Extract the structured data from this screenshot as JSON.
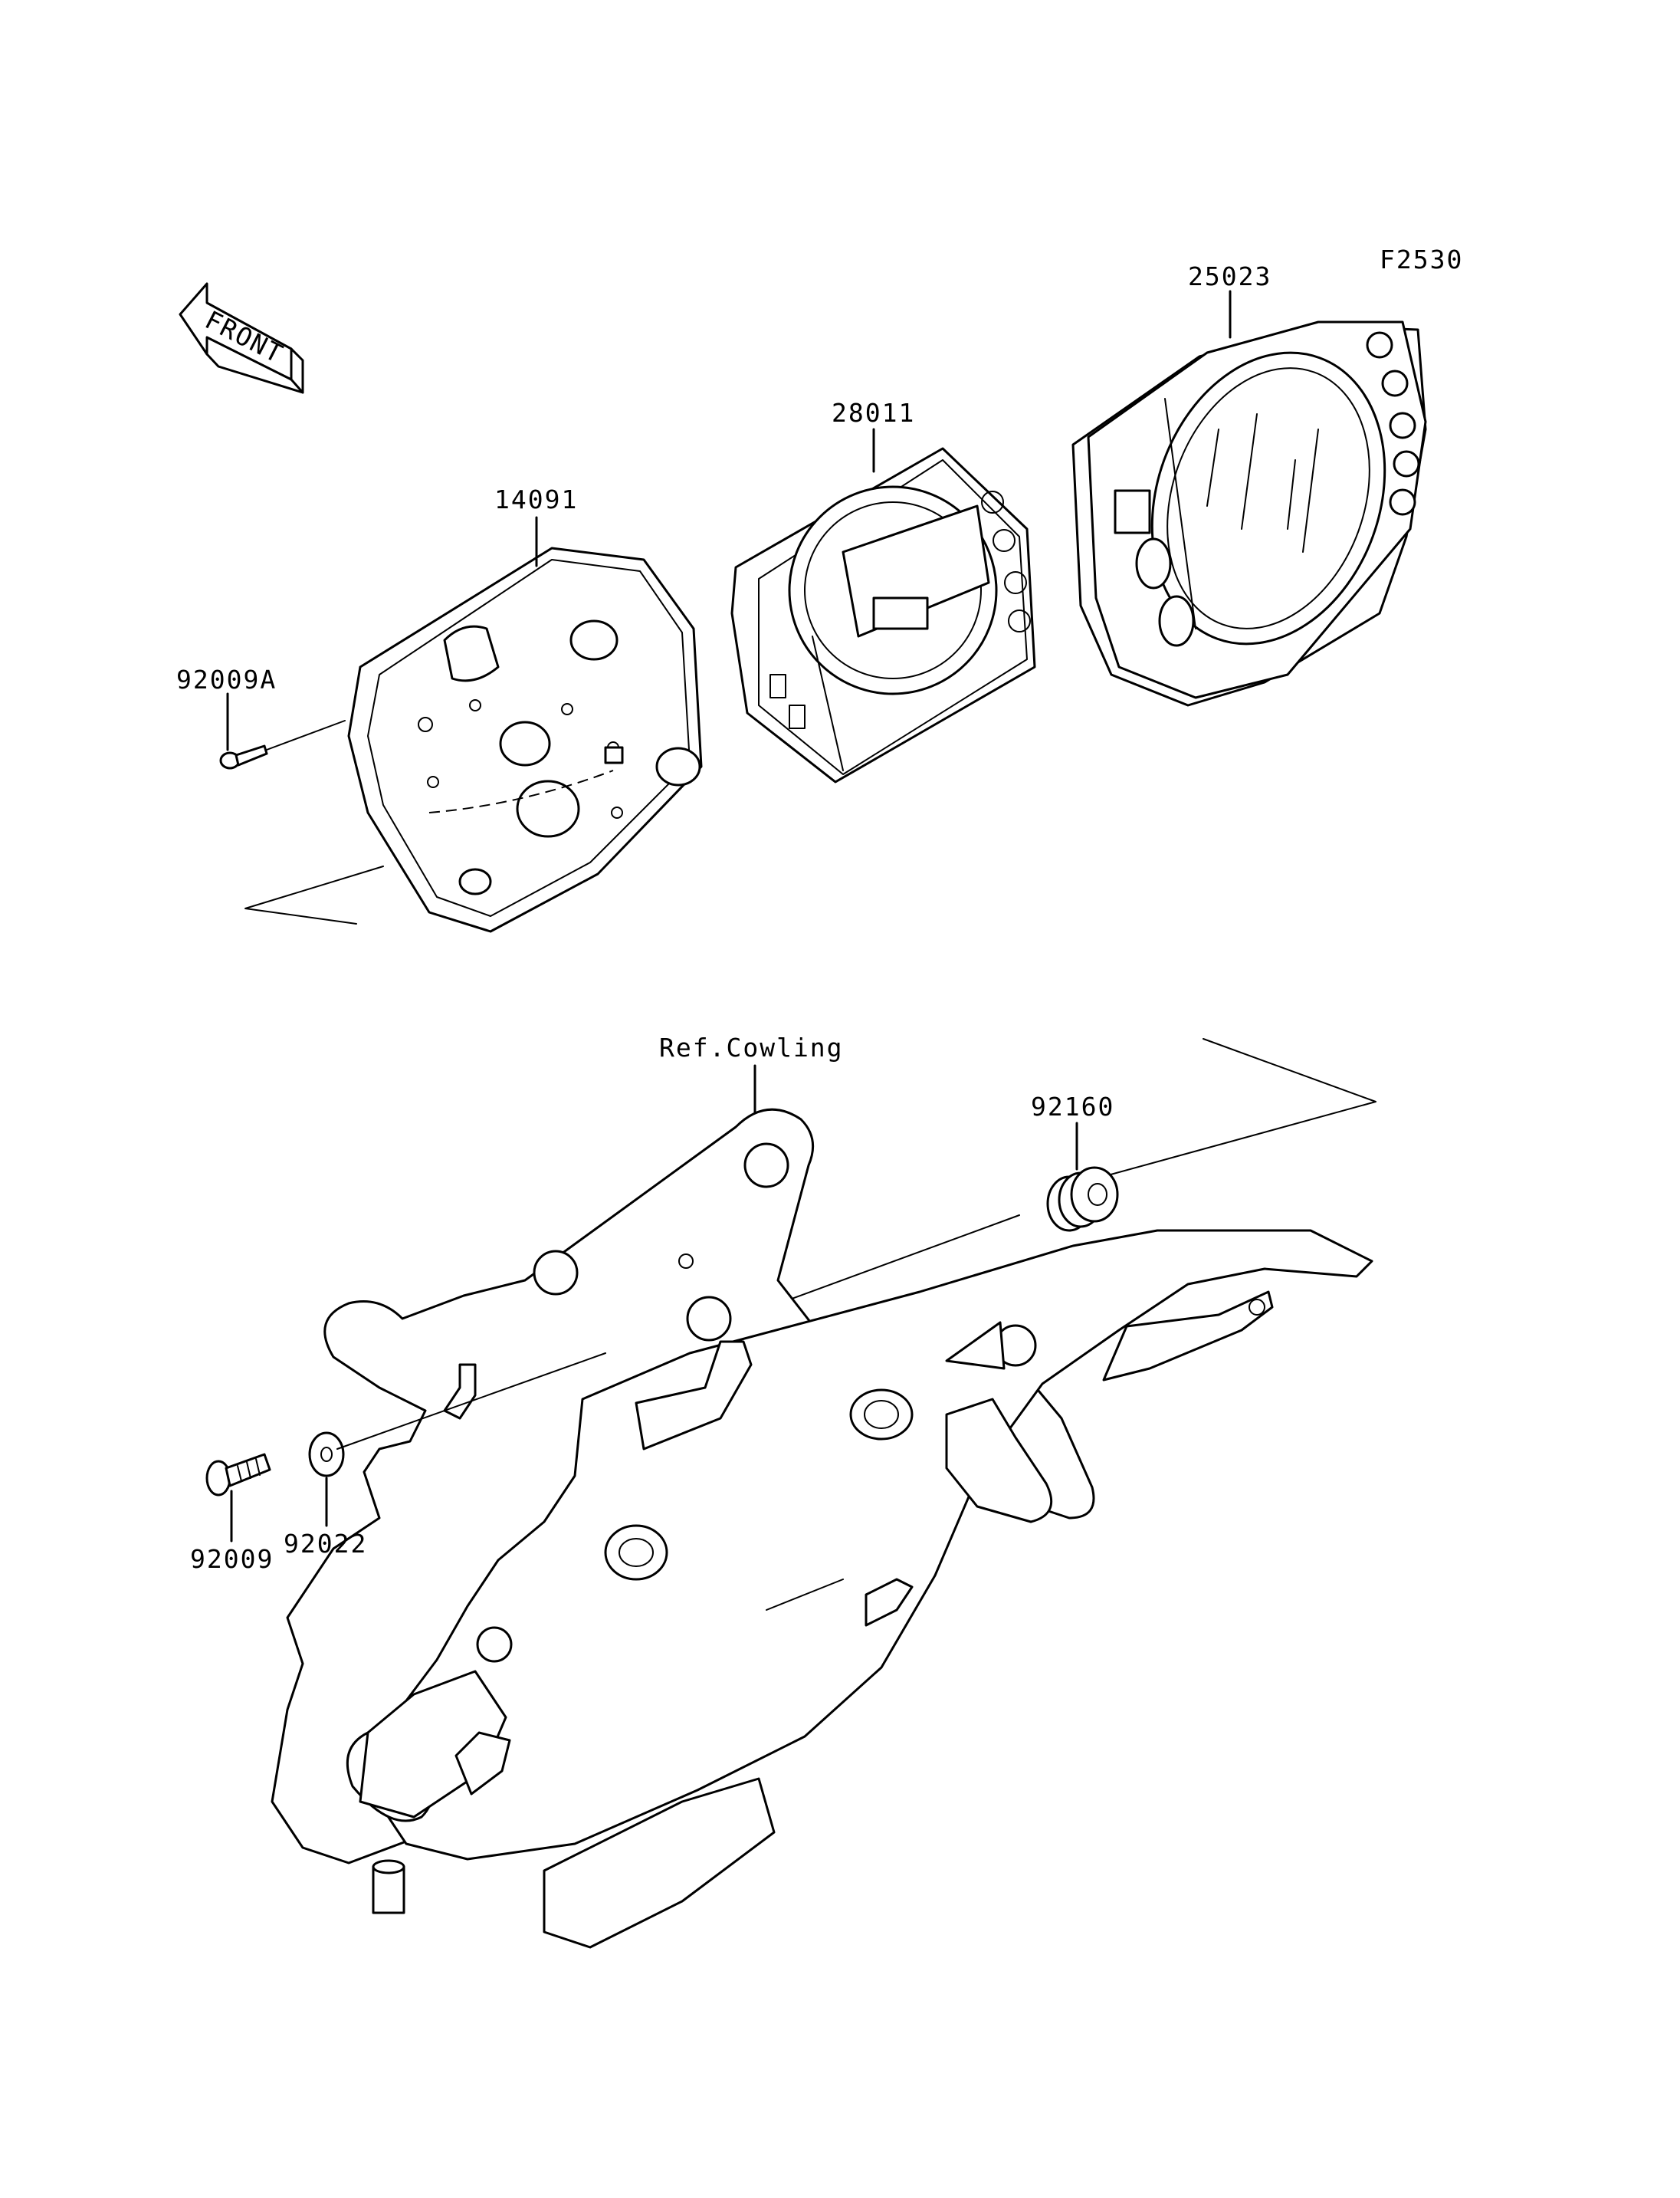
{
  "figure_code": "F2530",
  "front_label": "FRONT",
  "callouts": {
    "meter_case_cover": "25023",
    "meter_assembly": "28011",
    "meter_case_lower": "14091",
    "screw_a": "92009A",
    "ref_cowling": "Ref.Cowling",
    "grommet": "92160",
    "washer": "92022",
    "screw": "92009"
  }
}
